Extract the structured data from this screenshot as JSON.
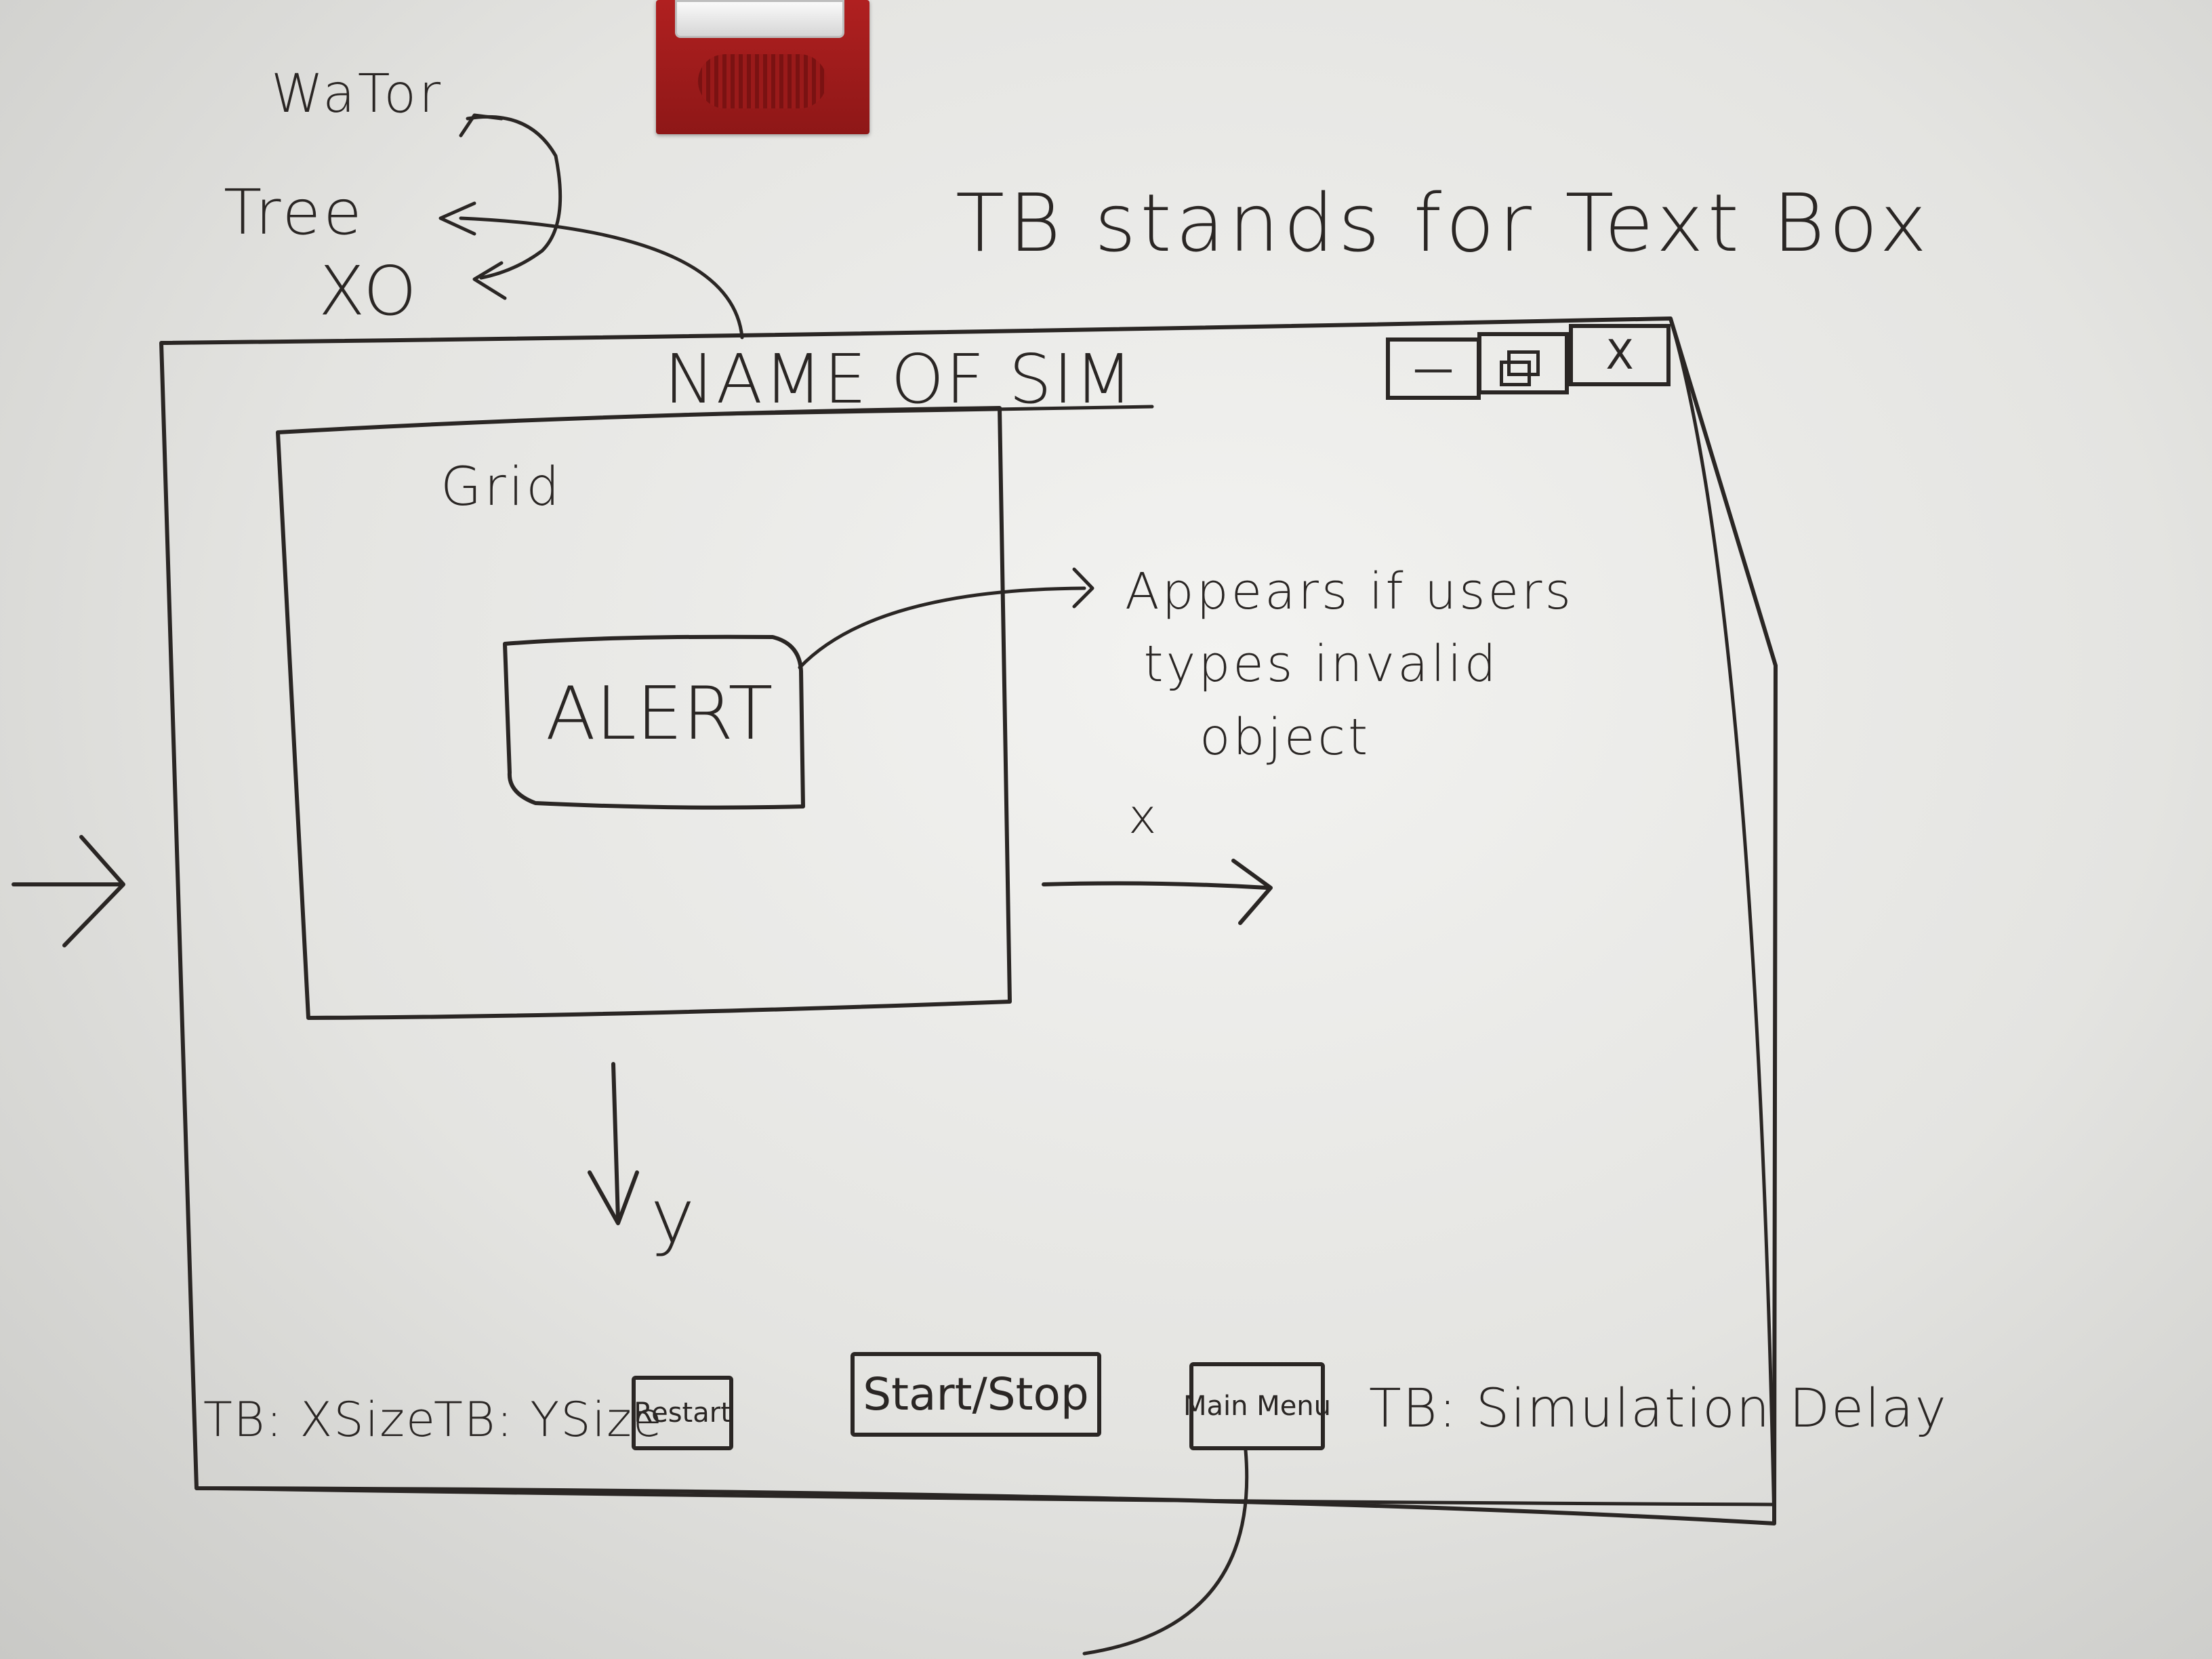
{
  "window": {
    "title": "NAME OF SIM",
    "minimize_label": "—",
    "close_label": "X"
  },
  "legend": "TB stands for Text Box",
  "sim_options": [
    "WaTor",
    "Tree",
    "XO"
  ],
  "grid": {
    "label": "Grid",
    "alert_label": "ALERT",
    "alert_note": "Appears if users\n types invalid\n    object"
  },
  "axes": {
    "x_label": "x",
    "y_label": "y"
  },
  "controls": {
    "xsize_label": "TB: XSize",
    "ysize_label": "TB: YSize",
    "restart_label": "Restart",
    "start_stop_label": "Start/Stop",
    "main_menu_label": "Main Menu",
    "delay_label": "TB: Simulation Delay"
  },
  "colors": {
    "ink": "#2a2624",
    "board": "#eaeae7",
    "alarm": "#a01c1c"
  }
}
